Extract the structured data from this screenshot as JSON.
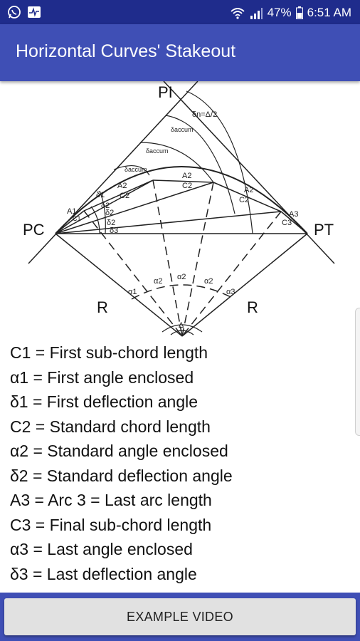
{
  "status_bar": {
    "battery": "47%",
    "time": "6:51 AM",
    "left_icons": [
      "whatsapp-icon",
      "activity-app-icon"
    ],
    "right_icons": [
      "wifi-icon",
      "signal-icon",
      "battery-icon"
    ]
  },
  "app_bar": {
    "title": "Horizontal Curves' Stakeout"
  },
  "diagram": {
    "labels": {
      "pi": "PI",
      "pc": "PC",
      "pt": "PT",
      "r_left": "R",
      "r_right": "R",
      "delta_n": "δn=Δ/2",
      "a1": "A1",
      "a2_top": "A2",
      "a2_left": "A2",
      "a2_right": "A2",
      "a3": "A3",
      "c1": "C1",
      "c2_top": "C2",
      "c2_left": "C2",
      "c2_right": "C2",
      "c3": "C3",
      "d1": "δ1",
      "d2a": "δ2",
      "d2b": "δ2",
      "d2c": "δ2",
      "d3": "δ3",
      "alpha1": "α1",
      "alpha2a": "α2",
      "alpha2b": "α2",
      "alpha2c": "α2",
      "alpha3": "α3",
      "delta_accum_1": "δaccum",
      "delta_accum_2": "δaccum",
      "delta_accum_3": "δaccum",
      "delta_center": "Δ"
    }
  },
  "legend": [
    "C1 = First sub-chord length",
    "α1 = First angle enclosed",
    "δ1 = First deflection angle",
    "C2 = Standard chord length",
    "α2 = Standard angle enclosed",
    "δ2 = Standard deflection angle",
    "A3 = Arc 3 = Last arc length",
    "C3 = Final sub-chord length",
    "α3 = Last angle enclosed",
    "δ3 = Last deflection angle"
  ],
  "bottom": {
    "button_label": "EXAMPLE VIDEO"
  }
}
